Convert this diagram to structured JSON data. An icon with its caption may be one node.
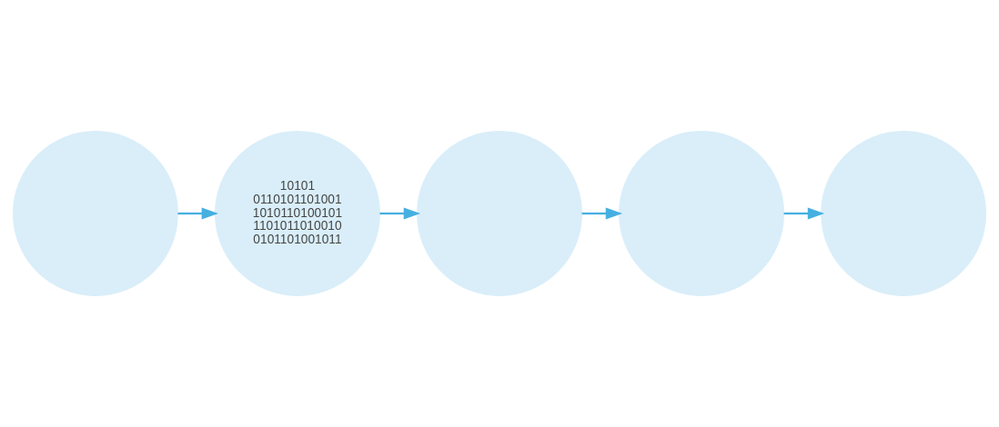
{
  "diagram": {
    "nodes": [
      {
        "text": [],
        "shape": "circle"
      },
      {
        "text": [
          "10101 0110101101001 1010110100101 1101011010010 0101101001011"
        ]
      },
      {
        "text": [],
        "shape": "circle"
      },
      {
        "text": [],
        "shape": "circle"
      },
      {
        "text": [],
        "shape": "circle"
      }
    ],
    "edges": [
      {
        "from": 0,
        "to": 1,
        "arrow": "to"
      },
      {
        "from": 1,
        "to": 2,
        "arrow": "to"
      },
      {
        "from": 2,
        "to": 3,
        "arrow": "to"
      },
      {
        "from": 3,
        "to": 4,
        "arrow": "to"
      }
    ]
  }
}
